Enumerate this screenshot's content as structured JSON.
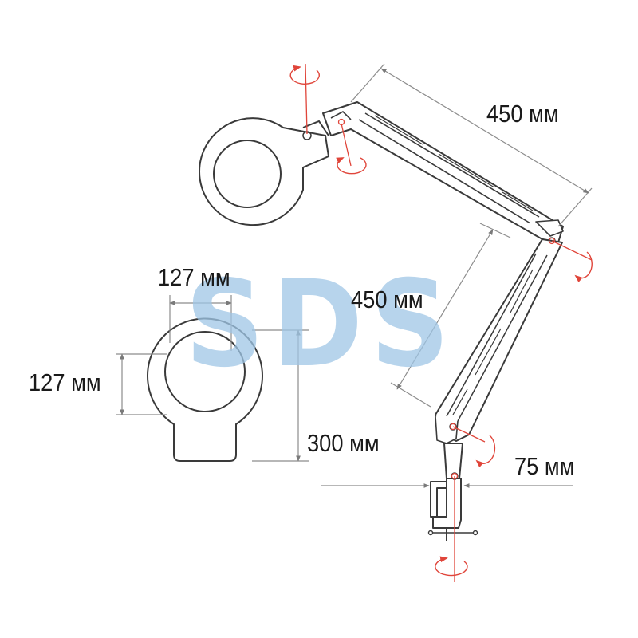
{
  "watermark": "SDS",
  "labels": {
    "arm_upper_length": "450 мм",
    "arm_lower_length": "450 мм",
    "lens_width": "127 мм",
    "lens_height": "127 мм",
    "head_height": "300 мм",
    "clamp_opening": "75 мм"
  },
  "colors": {
    "outline": "#3a3a3a",
    "dimension_line": "#8c8c8c",
    "rotation_marker": "#e0453a",
    "watermark": "#9fc6e6"
  },
  "icons": {
    "rotation": "rotation-arrow-icon"
  }
}
